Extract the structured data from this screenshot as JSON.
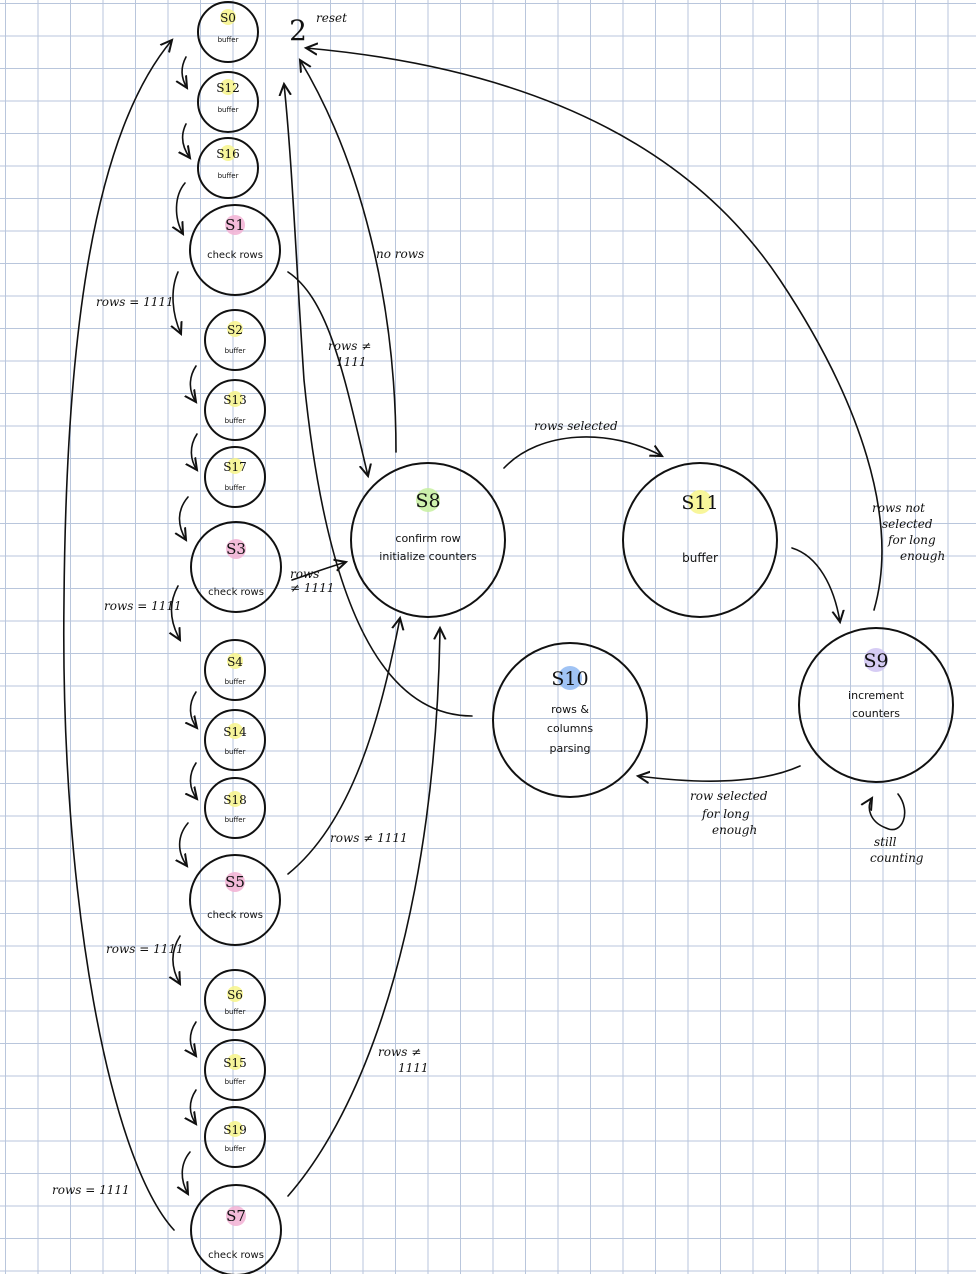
{
  "colors": {
    "pink": "#f2b0d3",
    "yellow": "#f7f48a",
    "green": "#c7f0a0",
    "blue": "#8fb8f2",
    "lavender": "#cfc3f2"
  },
  "reset": {
    "mark": "2",
    "label": "reset"
  },
  "states": [
    {
      "id": "S0",
      "sub": "buffer",
      "highlight": "yellow"
    },
    {
      "id": "S12",
      "sub": "buffer",
      "highlight": "yellow"
    },
    {
      "id": "S16",
      "sub": "buffer",
      "highlight": "yellow"
    },
    {
      "id": "S1",
      "sub": "check rows",
      "highlight": "pink"
    },
    {
      "id": "S2",
      "sub": "buffer",
      "highlight": "yellow"
    },
    {
      "id": "S13",
      "sub": "buffer",
      "highlight": "yellow"
    },
    {
      "id": "S17",
      "sub": "buffer",
      "highlight": "yellow"
    },
    {
      "id": "S3",
      "sub": "check rows",
      "highlight": "pink"
    },
    {
      "id": "S4",
      "sub": "buffer",
      "highlight": "yellow"
    },
    {
      "id": "S14",
      "sub": "buffer",
      "highlight": "yellow"
    },
    {
      "id": "S18",
      "sub": "buffer",
      "highlight": "yellow"
    },
    {
      "id": "S5",
      "sub": "check rows",
      "highlight": "pink"
    },
    {
      "id": "S6",
      "sub": "buffer",
      "highlight": "yellow"
    },
    {
      "id": "S15",
      "sub": "buffer",
      "highlight": "yellow"
    },
    {
      "id": "S19",
      "sub": "buffer",
      "highlight": "yellow"
    },
    {
      "id": "S7",
      "sub": "check rows",
      "highlight": "pink"
    },
    {
      "id": "S8",
      "sub": "confirm row",
      "sub2": "initialize counters",
      "highlight": "green"
    },
    {
      "id": "S11",
      "sub": "buffer",
      "highlight": "yellow"
    },
    {
      "id": "S10",
      "sub": "rows &",
      "sub2": "columns",
      "sub3": "parsing",
      "highlight": "blue"
    },
    {
      "id": "S9",
      "sub": "increment",
      "sub2": "counters",
      "highlight": "lavender"
    }
  ],
  "labels": {
    "rows_1111_a": "rows = 1111",
    "rows_1111_b": "rows = 1111",
    "rows_1111_c": "rows = 1111",
    "rows_1111_d": "rows = 1111",
    "rows_ne_s1": [
      "rows ≠",
      "1111"
    ],
    "rows_ne_s3": [
      "rows",
      "≠ 1111"
    ],
    "rows_ne_s5": "rows ≠ 1111",
    "rows_ne_s7": [
      "rows ≠",
      "1111"
    ],
    "no_rows": "no   rows",
    "rows_selected": "rows selected",
    "rows_not_selected": [
      "rows not",
      "selected",
      "for long",
      "enough"
    ],
    "row_selected_long": [
      "row selected",
      "for long",
      "enough"
    ],
    "still_counting": [
      "still",
      "counting"
    ]
  }
}
